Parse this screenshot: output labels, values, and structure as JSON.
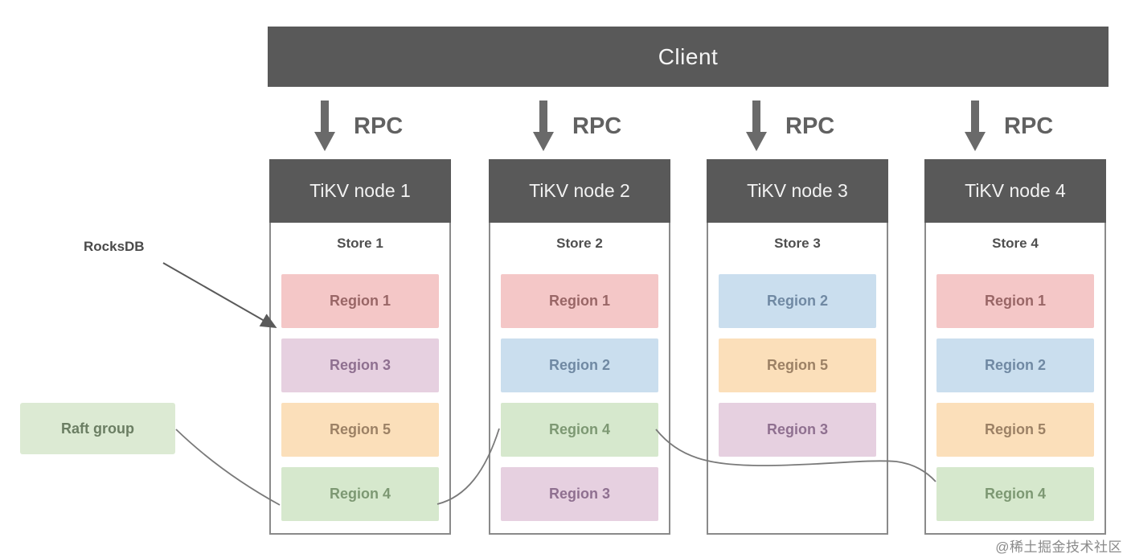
{
  "diagram": {
    "client": {
      "label": "Client"
    },
    "rpc": {
      "label": "RPC"
    },
    "annotations": {
      "rocksdb_label": "RocksDB",
      "raft_group_label": "Raft group"
    },
    "watermark": "@稀土掘金技术社区",
    "colors": {
      "header_bg": "#595959",
      "header_text": "#f2f2f2",
      "arrow_gray": "#6a6a6a",
      "connector_line": "#7a7a7a",
      "node_border": "#8a8a8a",
      "raft_box_bg": "#dcead3",
      "raft_box_text": "#6b7e63"
    },
    "region_colors": {
      "r1": {
        "bg": "#f4c7c7",
        "text": "#996666"
      },
      "r2": {
        "bg": "#cadeee",
        "text": "#7089a3"
      },
      "r3": {
        "bg": "#e6d0e0",
        "text": "#8f7090"
      },
      "r4": {
        "bg": "#d6e8cd",
        "text": "#7d9873"
      },
      "r5": {
        "bg": "#fbdfba",
        "text": "#9c8165"
      }
    },
    "nodes": [
      {
        "title": "TiKV node 1",
        "store": "Store 1",
        "regions": [
          {
            "label": "Region 1",
            "type": "r1"
          },
          {
            "label": "Region 3",
            "type": "r3"
          },
          {
            "label": "Region 5",
            "type": "r5"
          },
          {
            "label": "Region 4",
            "type": "r4"
          }
        ]
      },
      {
        "title": "TiKV node 2",
        "store": "Store 2",
        "regions": [
          {
            "label": "Region 1",
            "type": "r1"
          },
          {
            "label": "Region 2",
            "type": "r2"
          },
          {
            "label": "Region 4",
            "type": "r4"
          },
          {
            "label": "Region 3",
            "type": "r3"
          }
        ]
      },
      {
        "title": "TiKV node 3",
        "store": "Store 3",
        "regions": [
          {
            "label": "Region 2",
            "type": "r2"
          },
          {
            "label": "Region 5",
            "type": "r5"
          },
          {
            "label": "Region 3",
            "type": "r3"
          }
        ]
      },
      {
        "title": "TiKV node 4",
        "store": "Store 4",
        "regions": [
          {
            "label": "Region 1",
            "type": "r1"
          },
          {
            "label": "Region 2",
            "type": "r2"
          },
          {
            "label": "Region 5",
            "type": "r5"
          },
          {
            "label": "Region 4",
            "type": "r4"
          }
        ]
      }
    ]
  }
}
